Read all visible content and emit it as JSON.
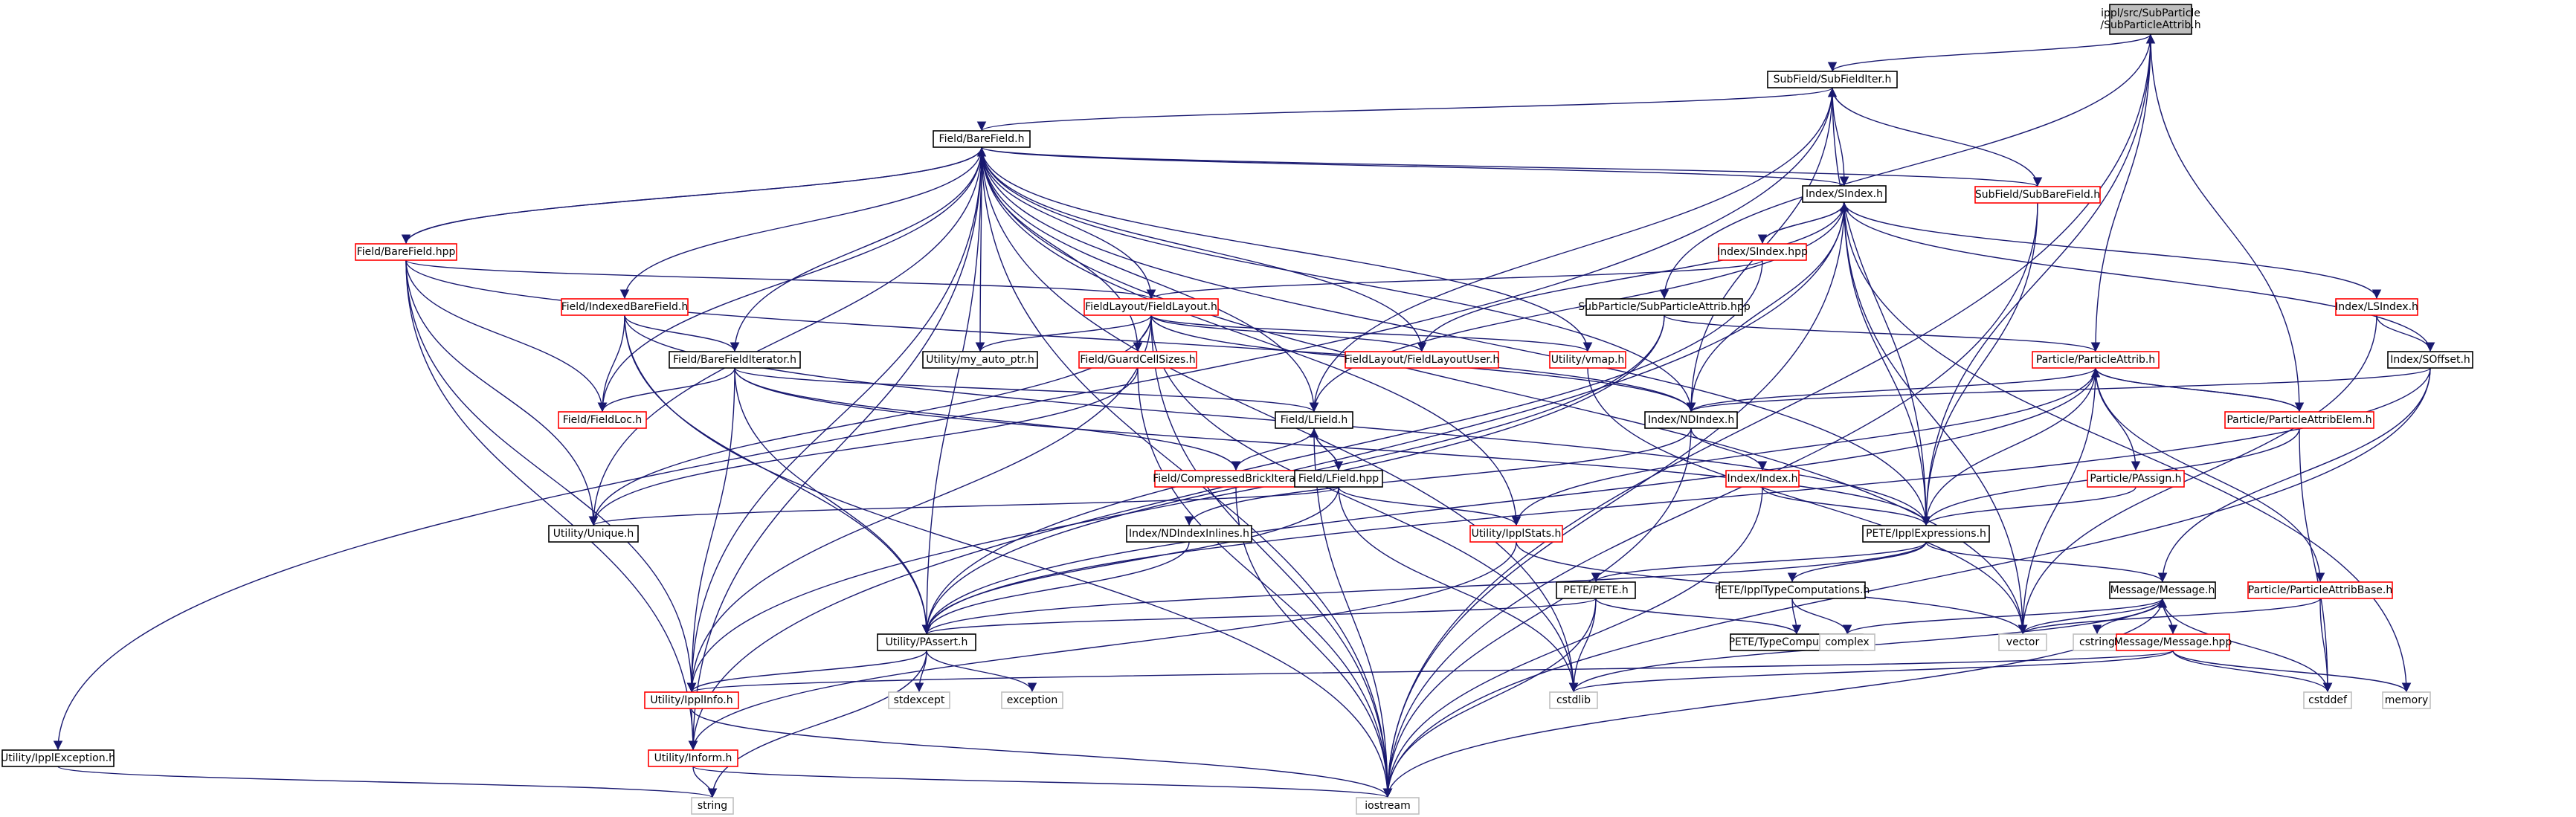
{
  "colors": {
    "edge": "#191970",
    "text": "#000000",
    "box_default": "#000000",
    "box_missing": "#ff0000",
    "box_system": "#bfbfbf",
    "fill_root": "#bfbfbf",
    "fill_default": "#ffffff"
  },
  "nodes": [
    {
      "id": "root",
      "label": "ippl/src/SubParticle\n/SubParticleAttrib.h",
      "kind": "root"
    },
    {
      "id": "subfielditer",
      "label": "SubField/SubFieldIter.h",
      "kind": "default"
    },
    {
      "id": "barefield",
      "label": "Field/BareField.h",
      "kind": "default"
    },
    {
      "id": "sindex",
      "label": "Index/SIndex.h",
      "kind": "default"
    },
    {
      "id": "subbarefield",
      "label": "SubField/SubBareField.h",
      "kind": "missing"
    },
    {
      "id": "sindexhpp",
      "label": "Index/SIndex.hpp",
      "kind": "missing"
    },
    {
      "id": "barefieldhpp",
      "label": "Field/BareField.hpp",
      "kind": "missing"
    },
    {
      "id": "fieldlayout",
      "label": "FieldLayout/FieldLayout.h",
      "kind": "missing"
    },
    {
      "id": "subparticleattribhpp",
      "label": "SubParticle/SubParticleAttrib.hpp",
      "kind": "default"
    },
    {
      "id": "lsindex",
      "label": "Index/LSIndex.h",
      "kind": "missing"
    },
    {
      "id": "indexedbarefield",
      "label": "Field/IndexedBareField.h",
      "kind": "missing"
    },
    {
      "id": "barefielditerator",
      "label": "Field/BareFieldIterator.h",
      "kind": "default"
    },
    {
      "id": "myautoptr",
      "label": "Utility/my_auto_ptr.h",
      "kind": "default"
    },
    {
      "id": "guardcellsizes",
      "label": "Field/GuardCellSizes.h",
      "kind": "missing"
    },
    {
      "id": "fieldlayoutuser",
      "label": "FieldLayout/FieldLayoutUser.h",
      "kind": "missing"
    },
    {
      "id": "vmap",
      "label": "Utility/vmap.h",
      "kind": "missing"
    },
    {
      "id": "particleattrib",
      "label": "Particle/ParticleAttrib.h",
      "kind": "missing"
    },
    {
      "id": "soffset",
      "label": "Index/SOffset.h",
      "kind": "default"
    },
    {
      "id": "fieldloc",
      "label": "Field/FieldLoc.h",
      "kind": "missing"
    },
    {
      "id": "lfield",
      "label": "Field/LField.h",
      "kind": "default"
    },
    {
      "id": "ndindex",
      "label": "Index/NDIndex.h",
      "kind": "default"
    },
    {
      "id": "particleattribelem",
      "label": "Particle/ParticleAttribElem.h",
      "kind": "missing"
    },
    {
      "id": "compressedbrick",
      "label": "Field/CompressedBrickIterator.h",
      "kind": "missing"
    },
    {
      "id": "lfieldhpp",
      "label": "Field/LField.hpp",
      "kind": "default"
    },
    {
      "id": "indexh",
      "label": "Index/Index.h",
      "kind": "missing"
    },
    {
      "id": "passign",
      "label": "Particle/PAssign.h",
      "kind": "missing"
    },
    {
      "id": "unique",
      "label": "Utility/Unique.h",
      "kind": "default"
    },
    {
      "id": "ndindexinlines",
      "label": "Index/NDIndexInlines.h",
      "kind": "default"
    },
    {
      "id": "ipplstats",
      "label": "Utility/IpplStats.h",
      "kind": "missing"
    },
    {
      "id": "ipplexpressions",
      "label": "PETE/IpplExpressions.h",
      "kind": "default"
    },
    {
      "id": "petepete",
      "label": "PETE/PETE.h",
      "kind": "default"
    },
    {
      "id": "ippltypecomp",
      "label": "PETE/IpplTypeComputations.h",
      "kind": "default"
    },
    {
      "id": "message",
      "label": "Message/Message.h",
      "kind": "default"
    },
    {
      "id": "particleattribbase",
      "label": "Particle/ParticleAttribBase.h",
      "kind": "missing"
    },
    {
      "id": "passert",
      "label": "Utility/PAssert.h",
      "kind": "default"
    },
    {
      "id": "typecomp",
      "label": "PETE/TypeComputations.h",
      "kind": "default"
    },
    {
      "id": "complex",
      "label": "complex",
      "kind": "system"
    },
    {
      "id": "vector",
      "label": "vector",
      "kind": "system"
    },
    {
      "id": "cstring",
      "label": "cstring",
      "kind": "system"
    },
    {
      "id": "messagehpp",
      "label": "Message/Message.hpp",
      "kind": "missing"
    },
    {
      "id": "stdexcept",
      "label": "stdexcept",
      "kind": "system"
    },
    {
      "id": "exception",
      "label": "exception",
      "kind": "system"
    },
    {
      "id": "ipplinfo",
      "label": "Utility/IpplInfo.h",
      "kind": "missing"
    },
    {
      "id": "cstdlib",
      "label": "cstdlib",
      "kind": "system"
    },
    {
      "id": "cstddef",
      "label": "cstddef",
      "kind": "system"
    },
    {
      "id": "memory",
      "label": "memory",
      "kind": "system"
    },
    {
      "id": "ipplexception",
      "label": "Utility/IpplException.h",
      "kind": "default"
    },
    {
      "id": "inform",
      "label": "Utility/Inform.h",
      "kind": "missing"
    },
    {
      "id": "string",
      "label": "string",
      "kind": "system"
    },
    {
      "id": "iostream",
      "label": "iostream",
      "kind": "system"
    }
  ],
  "edges": [
    [
      "root",
      "subfielditer"
    ],
    [
      "root",
      "subparticleattribhpp"
    ],
    [
      "root",
      "particleattrib"
    ],
    [
      "root",
      "ipplexpressions"
    ],
    [
      "root",
      "iostream"
    ],
    [
      "subfielditer",
      "barefield"
    ],
    [
      "subfielditer",
      "sindex"
    ],
    [
      "subfielditer",
      "ndindex"
    ],
    [
      "subfielditer",
      "ipplexpressions"
    ],
    [
      "subfielditer",
      "ipplexception"
    ],
    [
      "subfielditer",
      "lfield"
    ],
    [
      "barefield",
      "barefieldhpp"
    ],
    [
      "barefield",
      "indexedbarefield"
    ],
    [
      "barefield",
      "barefielditerator"
    ],
    [
      "barefield",
      "fieldlayout"
    ],
    [
      "barefield",
      "myautoptr"
    ],
    [
      "barefield",
      "guardcellsizes"
    ],
    [
      "barefield",
      "fieldlayoutuser"
    ],
    [
      "barefield",
      "vmap"
    ],
    [
      "barefield",
      "lfield"
    ],
    [
      "barefield",
      "ndindex"
    ],
    [
      "barefield",
      "fieldloc"
    ],
    [
      "barefield",
      "unique"
    ],
    [
      "barefield",
      "passert"
    ],
    [
      "barefield",
      "ipplinfo"
    ],
    [
      "barefield",
      "inform"
    ],
    [
      "barefield",
      "iostream"
    ],
    [
      "barefield",
      "cstdlib"
    ],
    [
      "barefield",
      "sindex"
    ],
    [
      "barefield",
      "subbarefield"
    ],
    [
      "barefield",
      "ipplexpressions"
    ],
    [
      "barefield",
      "ipplstats"
    ],
    [
      "sindex",
      "sindexhpp"
    ],
    [
      "sindex",
      "lsindex"
    ],
    [
      "sindex",
      "soffset"
    ],
    [
      "sindex",
      "ndindex"
    ],
    [
      "sindex",
      "fieldlayoutuser"
    ],
    [
      "sindex",
      "vector"
    ],
    [
      "sindex",
      "memory"
    ],
    [
      "sindex",
      "iostream"
    ],
    [
      "sindex",
      "lfield"
    ],
    [
      "sindex",
      "inform"
    ],
    [
      "sindexhpp",
      "sindex"
    ],
    [
      "sindexhpp",
      "fieldlayout"
    ],
    [
      "sindexhpp",
      "passert"
    ],
    [
      "subbarefield",
      "subfielditer"
    ],
    [
      "subbarefield",
      "ipplexpressions"
    ],
    [
      "subbarefield",
      "iostream"
    ],
    [
      "barefieldhpp",
      "barefield"
    ],
    [
      "barefieldhpp",
      "fieldlayout"
    ],
    [
      "barefieldhpp",
      "ipplinfo"
    ],
    [
      "barefieldhpp",
      "inform"
    ],
    [
      "barefieldhpp",
      "unique"
    ],
    [
      "barefieldhpp",
      "fieldloc"
    ],
    [
      "barefieldhpp",
      "ndindex"
    ],
    [
      "fieldlayout",
      "fieldlayoutuser"
    ],
    [
      "fieldlayout",
      "myautoptr"
    ],
    [
      "fieldlayout",
      "vmap"
    ],
    [
      "fieldlayout",
      "guardcellsizes"
    ],
    [
      "fieldlayout",
      "ndindex"
    ],
    [
      "fieldlayout",
      "unique"
    ],
    [
      "fieldlayout",
      "ipplinfo"
    ],
    [
      "fieldlayout",
      "iostream"
    ],
    [
      "subparticleattribhpp",
      "particleattrib"
    ],
    [
      "subparticleattribhpp",
      "passert"
    ],
    [
      "subparticleattribhpp",
      "ipplinfo"
    ],
    [
      "lsindex",
      "soffset"
    ],
    [
      "lsindex",
      "vector"
    ],
    [
      "indexedbarefield",
      "fieldloc"
    ],
    [
      "indexedbarefield",
      "barefielditerator"
    ],
    [
      "indexedbarefield",
      "passert"
    ],
    [
      "indexedbarefield",
      "iostream"
    ],
    [
      "indexedbarefield",
      "ipplexpressions"
    ],
    [
      "barefielditerator",
      "lfield"
    ],
    [
      "barefielditerator",
      "fieldloc"
    ],
    [
      "barefielditerator",
      "compressedbrick"
    ],
    [
      "barefielditerator",
      "passert"
    ],
    [
      "barefielditerator",
      "ipplinfo"
    ],
    [
      "barefielditerator",
      "ipplexpressions"
    ],
    [
      "guardcellsizes",
      "iostream"
    ],
    [
      "vmap",
      "vector"
    ],
    [
      "guardcellsizes",
      "unique"
    ],
    [
      "particleattrib",
      "particleattribelem"
    ],
    [
      "particleattrib",
      "passign"
    ],
    [
      "particleattrib",
      "particleattribbase"
    ],
    [
      "particleattrib",
      "ndindex"
    ],
    [
      "particleattrib",
      "ipplexpressions"
    ],
    [
      "particleattrib",
      "ipplstats"
    ],
    [
      "particleattrib",
      "vector"
    ],
    [
      "particleattrib",
      "passert"
    ],
    [
      "particleattribelem",
      "particleattrib"
    ],
    [
      "particleattribelem",
      "ipplexpressions"
    ],
    [
      "particleattribelem",
      "cstddef"
    ],
    [
      "particleattribelem",
      "root"
    ],
    [
      "soffset",
      "ndindex"
    ],
    [
      "soffset",
      "message"
    ],
    [
      "soffset",
      "iostream"
    ],
    [
      "soffset",
      "passert"
    ],
    [
      "lfield",
      "lfieldhpp"
    ],
    [
      "lfield",
      "compressedbrick"
    ],
    [
      "lfield",
      "iostream"
    ],
    [
      "lfieldhpp",
      "lfield"
    ],
    [
      "lfieldhpp",
      "unique"
    ],
    [
      "lfieldhpp",
      "ipplstats"
    ],
    [
      "lfieldhpp",
      "passert"
    ],
    [
      "lfieldhpp",
      "cstdlib"
    ],
    [
      "ndindex",
      "indexh"
    ],
    [
      "ndindex",
      "ndindexinlines"
    ],
    [
      "ndindex",
      "iostream"
    ],
    [
      "indexh",
      "ipplexpressions"
    ],
    [
      "indexh",
      "iostream"
    ],
    [
      "ndindexinlines",
      "passert"
    ],
    [
      "passign",
      "ipplexpressions"
    ],
    [
      "ipplstats",
      "inform"
    ],
    [
      "ipplstats",
      "vector"
    ],
    [
      "compressedbrick",
      "iostream"
    ],
    [
      "ipplexpressions",
      "petepete"
    ],
    [
      "ipplexpressions",
      "ippltypecomp"
    ],
    [
      "ipplexpressions",
      "message"
    ],
    [
      "ipplexpressions",
      "passert"
    ],
    [
      "petepete",
      "typecomp"
    ],
    [
      "petepete",
      "cstdlib"
    ],
    [
      "petepete",
      "iostream"
    ],
    [
      "petepete",
      "passert"
    ],
    [
      "ippltypecomp",
      "typecomp"
    ],
    [
      "ippltypecomp",
      "complex"
    ],
    [
      "message",
      "messagehpp"
    ],
    [
      "message",
      "vector"
    ],
    [
      "message",
      "complex"
    ],
    [
      "message",
      "cstring"
    ],
    [
      "message",
      "cstddef"
    ],
    [
      "message",
      "iostream"
    ],
    [
      "message",
      "cstdlib"
    ],
    [
      "messagehpp",
      "message"
    ],
    [
      "messagehpp",
      "ipplinfo"
    ],
    [
      "messagehpp",
      "cstddef"
    ],
    [
      "messagehpp",
      "memory"
    ],
    [
      "messagehpp",
      "cstdlib"
    ],
    [
      "particleattribbase",
      "vector"
    ],
    [
      "particleattribbase",
      "cstddef"
    ],
    [
      "passert",
      "stdexcept"
    ],
    [
      "passert",
      "exception"
    ],
    [
      "passert",
      "string"
    ],
    [
      "passert",
      "ipplinfo"
    ],
    [
      "ipplinfo",
      "inform"
    ],
    [
      "ipplinfo",
      "iostream"
    ],
    [
      "inform",
      "iostream"
    ],
    [
      "inform",
      "string"
    ],
    [
      "ipplexception",
      "string"
    ],
    [
      "sindex",
      "ipplexpressions"
    ],
    [
      "fieldlayout",
      "cstdlib"
    ],
    [
      "barefield",
      "vector"
    ]
  ]
}
